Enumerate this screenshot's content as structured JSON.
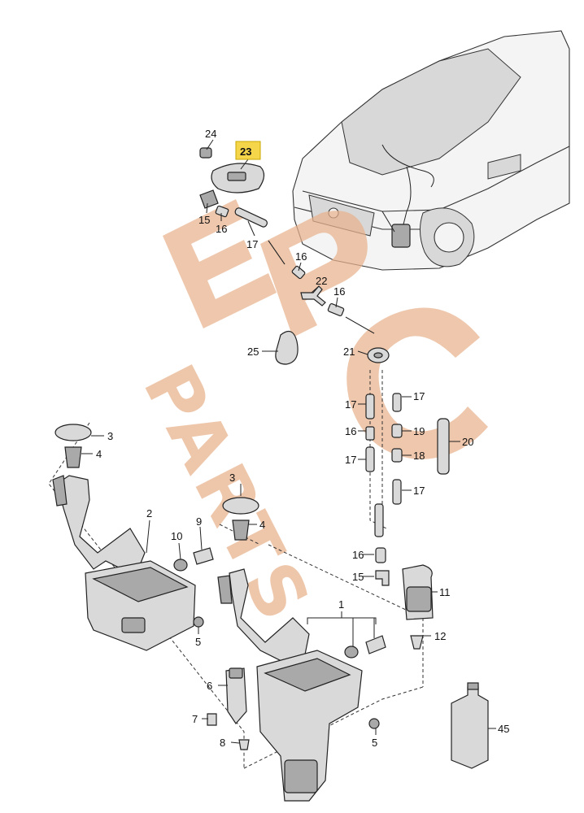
{
  "labels": {
    "l24": "24",
    "l23": "23",
    "l15a": "15",
    "l16a": "16",
    "l17a": "17",
    "l16b": "16",
    "l22": "22",
    "l16c": "16",
    "l25": "25",
    "l21": "21",
    "l17b": "17",
    "l17c": "17",
    "l16d": "16",
    "l19": "19",
    "l20": "20",
    "l17d": "17",
    "l18": "18",
    "l17e": "17",
    "l3a": "3",
    "l4a": "4",
    "l2": "2",
    "l3b": "3",
    "l4b": "4",
    "l9": "9",
    "l10": "10",
    "l16e": "16",
    "l15b": "15",
    "l11": "11",
    "l5a": "5",
    "l1": "1",
    "l12": "12",
    "l6": "6",
    "l7": "7",
    "l8": "8",
    "l5b": "5",
    "l45": "45"
  },
  "highlight": {
    "part": "23",
    "color": "#f5d64a"
  },
  "watermark": {
    "logo_text": "EPC",
    "sub_text": "PARTS",
    "color": "#e8b28c"
  }
}
